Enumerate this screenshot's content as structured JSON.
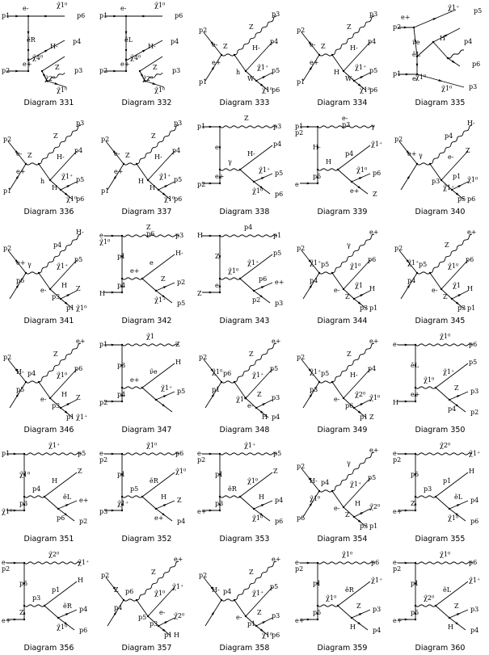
{
  "diagrams": [
    {
      "caption": "Diagram 331",
      "labels": [
        "p1",
        "e-",
        "χ̃1⁰",
        "p6",
        "ẽR",
        "χ̃4⁰",
        "H-",
        "p4",
        "p2",
        "e+",
        "χ̃2⁰",
        "Z",
        "p3",
        "χ̃1⁰"
      ]
    },
    {
      "caption": "Diagram 332",
      "labels": [
        "p1",
        "e-",
        "χ̃1⁰",
        "p6",
        "ẽL",
        "χ̃4⁰",
        "H-",
        "p4",
        "p2",
        "e+",
        "χ̃2⁰",
        "Z",
        "p3",
        "χ̃1⁰"
      ]
    },
    {
      "caption": "Diagram 333",
      "labels": [
        "p2",
        "e-",
        "Z",
        "p3",
        "Z",
        "H-",
        "p4",
        "h",
        "χ̃1⁺",
        "p5",
        "W-",
        "χ̃1⁰",
        "p6",
        "e+",
        "p1"
      ]
    },
    {
      "caption": "Diagram 334",
      "labels": [
        "p2",
        "e-",
        "Z",
        "p3",
        "Z",
        "H-",
        "p4",
        "H",
        "χ̃1⁺",
        "p5",
        "W-",
        "χ̃1⁰",
        "p6",
        "e+",
        "p1"
      ]
    },
    {
      "caption": "Diagram 335",
      "labels": [
        "e+",
        "χ̃1⁺",
        "p5",
        "p2",
        "ν̃e",
        "H",
        "p4",
        "ẽL",
        "χ̃1⁰",
        "p6",
        "p1",
        "e-",
        "χ̃1⁰",
        "p3"
      ]
    },
    {
      "caption": "Diagram 336",
      "labels": [
        "p2",
        "e-",
        "Z",
        "p3",
        "Z",
        "H-",
        "p4",
        "h",
        "χ̃1⁺",
        "p5",
        "H",
        "χ̃1⁰",
        "p6",
        "e+",
        "p1"
      ]
    },
    {
      "caption": "Diagram 337",
      "labels": [
        "p2",
        "e-",
        "Z",
        "p3",
        "Z",
        "H-",
        "p4",
        "H",
        "χ̃1⁺",
        "p5",
        "H",
        "χ̃1⁰",
        "p6",
        "e+",
        "p1"
      ]
    },
    {
      "caption": "Diagram 338",
      "labels": [
        "p1",
        "Z",
        "p3",
        "e",
        "H-",
        "p4",
        "e+",
        "γ",
        "χ̃1⁺",
        "p5",
        "p2",
        "χ̃1⁰",
        "p6"
      ]
    },
    {
      "caption": "Diagram 339",
      "labels": [
        "p1",
        "e-",
        "γ",
        "H-",
        "p4",
        "χ̃1⁺",
        "p5",
        "H",
        "χ̃1⁰",
        "p6",
        "e",
        "e+",
        "Z",
        "p2",
        "p3"
      ]
    },
    {
      "caption": "Diagram 340",
      "labels": [
        "p2",
        "e+",
        "γ",
        "H-",
        "p4",
        "e-",
        "Z",
        "p3",
        "p1",
        "χ̃1⁰",
        "χ̃1⁺",
        "p5",
        "p6"
      ]
    },
    {
      "caption": "Diagram 341",
      "labels": [
        "p2",
        "e+",
        "γ",
        "H-",
        "p4",
        "χ̃1⁺",
        "p5",
        "e-",
        "H",
        "Z",
        "p3",
        "p1",
        "χ̃1⁰",
        "p6"
      ]
    },
    {
      "caption": "Diagram 342",
      "labels": [
        "e-",
        "Z",
        "p3",
        "p1",
        "e",
        "H-",
        "p4",
        "e+",
        "Z",
        "p2",
        "H",
        "χ̃1⁺",
        "p5",
        "χ̃1⁰",
        "p6"
      ]
    },
    {
      "caption": "Diagram 343",
      "labels": [
        "H-",
        "p4",
        "p1",
        "Z",
        "χ̃1⁺",
        "p5",
        "e",
        "χ̃1⁰",
        "p6",
        "e+",
        "Z",
        "p2",
        "p3"
      ]
    },
    {
      "caption": "Diagram 344",
      "labels": [
        "p2",
        "χ̃1⁺",
        "p5",
        "e+",
        "γ",
        "χ̃1⁰",
        "p6",
        "e-",
        "χ̃1",
        "H",
        "Z",
        "p3",
        "p1",
        "p4"
      ]
    },
    {
      "caption": "Diagram 345",
      "labels": [
        "p2",
        "χ̃1⁺",
        "p5",
        "e+",
        "Z",
        "χ̃1⁰",
        "p6",
        "e-",
        "χ̃1",
        "H",
        "Z",
        "p3",
        "p1",
        "p4"
      ]
    },
    {
      "caption": "Diagram 346",
      "labels": [
        "p2",
        "H-",
        "p4",
        "e+",
        "Z",
        "χ̃1⁰",
        "p6",
        "e-",
        "H",
        "Z",
        "p3",
        "p1",
        "χ̃1⁺",
        "p5"
      ]
    },
    {
      "caption": "Diagram 347",
      "labels": [
        "p1",
        "χ̃1",
        "Z",
        "p3",
        "ν̃e",
        "H",
        "p4",
        "e+",
        "χ̃1⁺",
        "p5",
        "p2"
      ]
    },
    {
      "caption": "Diagram 348",
      "labels": [
        "p2",
        "χ̃1⁰",
        "p6",
        "e+",
        "Z",
        "χ̃1⁺",
        "p5",
        "χ̃1⁰",
        "Z",
        "p3",
        "e-",
        "H",
        "p4",
        "p1"
      ]
    },
    {
      "caption": "Diagram 349",
      "labels": [
        "p2",
        "χ̃1⁺",
        "p5",
        "e+",
        "Z",
        "H-",
        "p4",
        "e-",
        "χ̃2⁰",
        "χ̃1⁰",
        "p6",
        "p1",
        "Z",
        "p3"
      ]
    },
    {
      "caption": "Diagram 350",
      "labels": [
        "e-",
        "χ̃1⁰",
        "p6",
        "ẽL",
        "χ̃1⁺",
        "p5",
        "e+",
        "χ̃1⁰",
        "Z",
        "p3",
        "H",
        "p4",
        "p2"
      ]
    },
    {
      "caption": "Diagram 351",
      "labels": [
        "p1",
        "χ̃1⁺",
        "p5",
        "χ̃1⁰",
        "H",
        "Z",
        "p3",
        "p4",
        "ẽL",
        "e+",
        "χ̃1⁰",
        "p6",
        "p2"
      ]
    },
    {
      "caption": "Diagram 352",
      "labels": [
        "e-",
        "χ̃1⁰",
        "p6",
        "p1",
        "ẽR",
        "χ̃1⁰",
        "χ̃1⁺",
        "p5",
        "H",
        "Z",
        "p3",
        "e+",
        "p4",
        "p2"
      ]
    },
    {
      "caption": "Diagram 353",
      "labels": [
        "e-",
        "χ̃1⁺",
        "p5",
        "p1",
        "χ̃1⁰",
        "Z",
        "p3",
        "ẽR",
        "H",
        "p4",
        "e+",
        "χ̃1⁰",
        "p6",
        "p2"
      ]
    },
    {
      "caption": "Diagram 354",
      "labels": [
        "p2",
        "H-",
        "p4",
        "e+",
        "γ",
        "χ̃1⁺",
        "p5",
        "e-",
        "H",
        "χ̃2⁰",
        "Z",
        "p3",
        "p1",
        "χ̃1⁰",
        "p6"
      ]
    },
    {
      "caption": "Diagram 355",
      "labels": [
        "e-",
        "χ̃2⁰",
        "χ̃1⁺",
        "p5",
        "p1",
        "H",
        "Z",
        "p3",
        "ẽL",
        "p4",
        "e+",
        "χ̃1⁰",
        "p6",
        "p2"
      ]
    },
    {
      "caption": "Diagram 356",
      "labels": [
        "e-",
        "χ̃2⁰",
        "χ̃1⁺",
        "p5",
        "p1",
        "H",
        "Z",
        "p3",
        "ẽR",
        "p4",
        "e+",
        "χ̃1⁰",
        "p6",
        "p2"
      ]
    },
    {
      "caption": "Diagram 357",
      "labels": [
        "p2",
        "Z",
        "p6",
        "e+",
        "Z",
        "χ̃1⁰",
        "χ̃1⁺",
        "p5",
        "e-",
        "χ̃2⁰",
        "p3",
        "p1",
        "H",
        "p4"
      ]
    },
    {
      "caption": "Diagram 358",
      "labels": [
        "p2",
        "H-",
        "p4",
        "e+",
        "Z",
        "χ̃1⁺",
        "p5",
        "e-",
        "Z",
        "p3",
        "p1",
        "χ̃1⁰",
        "p6"
      ]
    },
    {
      "caption": "Diagram 359",
      "labels": [
        "e-",
        "χ̃1⁰",
        "p6",
        "p1",
        "ẽR",
        "χ̃1⁺",
        "p5",
        "χ̃1⁰",
        "Z",
        "p3",
        "e+",
        "H",
        "p4",
        "p2"
      ]
    },
    {
      "caption": "Diagram 360",
      "labels": [
        "e-",
        "χ̃1⁰",
        "p6",
        "p1",
        "ẽL",
        "χ̃1⁺",
        "p5",
        "χ̃2⁰",
        "Z",
        "p3",
        "e+",
        "H",
        "p4",
        "p2"
      ]
    }
  ]
}
